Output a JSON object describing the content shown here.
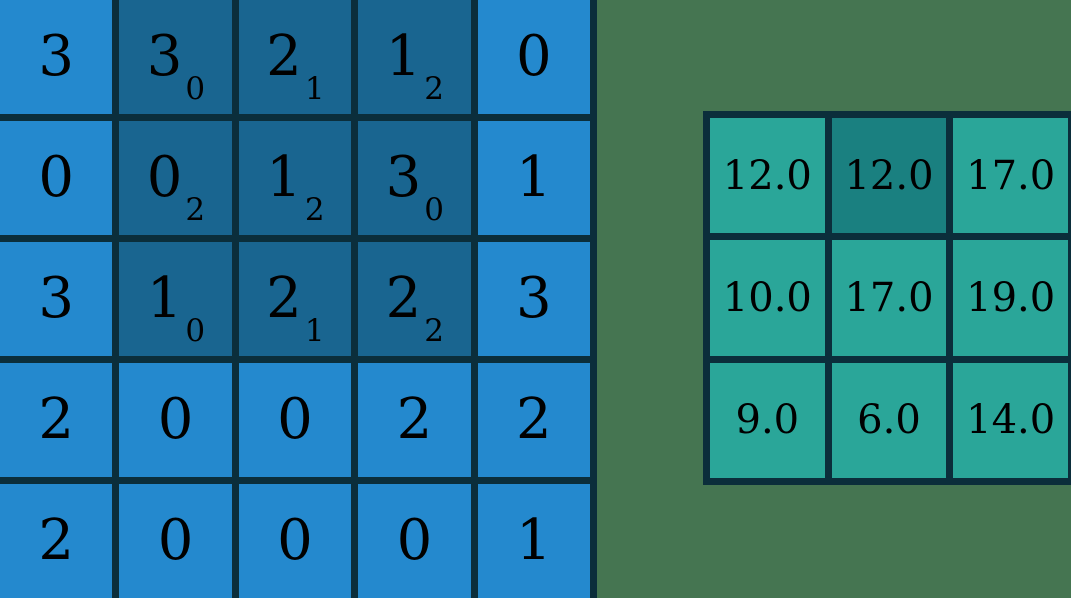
{
  "background_color": "#457551",
  "border_color": "#0b2e3b",
  "left_grid": {
    "name": "input-matrix",
    "rows": 5,
    "cols": 5,
    "cell_color": "#2489ce",
    "highlight_color": "#196590",
    "cells": [
      [
        {
          "value": "3",
          "sub": "",
          "shaded": false
        },
        {
          "value": "3",
          "sub": "0",
          "shaded": true
        },
        {
          "value": "2",
          "sub": "1",
          "shaded": true
        },
        {
          "value": "1",
          "sub": "2",
          "shaded": true
        },
        {
          "value": "0",
          "sub": "",
          "shaded": false
        }
      ],
      [
        {
          "value": "0",
          "sub": "",
          "shaded": false
        },
        {
          "value": "0",
          "sub": "2",
          "shaded": true
        },
        {
          "value": "1",
          "sub": "2",
          "shaded": true
        },
        {
          "value": "3",
          "sub": "0",
          "shaded": true
        },
        {
          "value": "1",
          "sub": "",
          "shaded": false
        }
      ],
      [
        {
          "value": "3",
          "sub": "",
          "shaded": false
        },
        {
          "value": "1",
          "sub": "0",
          "shaded": true
        },
        {
          "value": "2",
          "sub": "1",
          "shaded": true
        },
        {
          "value": "2",
          "sub": "2",
          "shaded": true
        },
        {
          "value": "3",
          "sub": "",
          "shaded": false
        }
      ],
      [
        {
          "value": "2",
          "sub": "",
          "shaded": false
        },
        {
          "value": "0",
          "sub": "",
          "shaded": false
        },
        {
          "value": "0",
          "sub": "",
          "shaded": false
        },
        {
          "value": "2",
          "sub": "",
          "shaded": false
        },
        {
          "value": "2",
          "sub": "",
          "shaded": false
        }
      ],
      [
        {
          "value": "2",
          "sub": "",
          "shaded": false
        },
        {
          "value": "0",
          "sub": "",
          "shaded": false
        },
        {
          "value": "0",
          "sub": "",
          "shaded": false
        },
        {
          "value": "0",
          "sub": "",
          "shaded": false
        },
        {
          "value": "1",
          "sub": "",
          "shaded": false
        }
      ]
    ]
  },
  "right_grid": {
    "name": "output-matrix",
    "rows": 3,
    "cols": 3,
    "cell_color": "#2aa699",
    "highlight_color": "#1a8080",
    "cells": [
      [
        {
          "value": "12.0",
          "shaded": false
        },
        {
          "value": "12.0",
          "shaded": true
        },
        {
          "value": "17.0",
          "shaded": false
        }
      ],
      [
        {
          "value": "10.0",
          "shaded": false
        },
        {
          "value": "17.0",
          "shaded": false
        },
        {
          "value": "19.0",
          "shaded": false
        }
      ],
      [
        {
          "value": "9.0",
          "shaded": false
        },
        {
          "value": "6.0",
          "shaded": false
        },
        {
          "value": "14.0",
          "shaded": false
        }
      ]
    ]
  }
}
